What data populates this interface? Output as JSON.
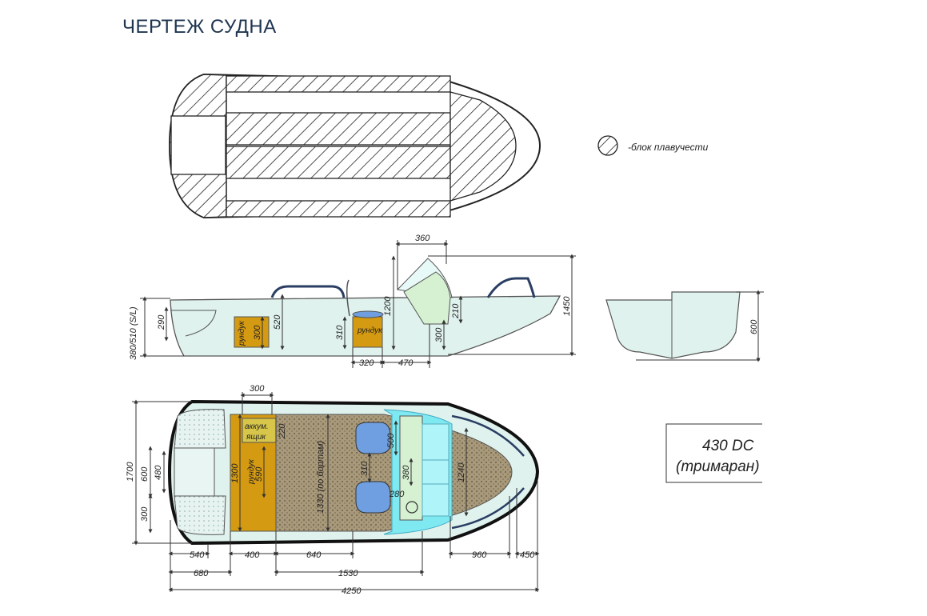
{
  "title": "ЧЕРТЕЖ СУДНА",
  "legend": {
    "label": "-блок плавучести"
  },
  "model": {
    "name": "430 DC",
    "subtitle": "(тримаран)"
  },
  "side_view": {
    "dims": {
      "width_top": "360",
      "height_total": "1450",
      "windshield": "1200",
      "console_210": "210",
      "console_300": "300",
      "locker_520": "520",
      "locker_300": "300",
      "transom_290": "290",
      "transom_height": "380/510 (S/L)",
      "seat_310": "310",
      "bottom_320": "320",
      "bottom_470": "470"
    },
    "locker_label": "рундук",
    "seat_locker_label": "рундук"
  },
  "section_view": {
    "height": "600"
  },
  "top_view": {
    "dims": {
      "d300_top": "300",
      "beam": "1700",
      "d600": "600",
      "d480": "480",
      "d300_left": "300",
      "d1300": "1300",
      "d590": "590",
      "d220": "220",
      "deck_1330": "1330 (по бортам)",
      "d310": "310",
      "d500": "500",
      "d280": "280",
      "d380": "380",
      "d1240": "1240",
      "b540": "540",
      "b400": "400",
      "b640": "640",
      "b960": "960",
      "b450": "450",
      "b680": "680",
      "b1530": "1530",
      "b4250": "4250"
    },
    "battery_label_1": "аккум.",
    "battery_label_2": "ящик",
    "locker_label": "рундук"
  },
  "colors": {
    "hull": "#dff2ee",
    "locker": "#d49a12",
    "deck": "#a8997a",
    "seat": "#6f9fe0",
    "console": "#d6f0d2",
    "glass": "#7fe9f2",
    "title": "#1f3550"
  }
}
